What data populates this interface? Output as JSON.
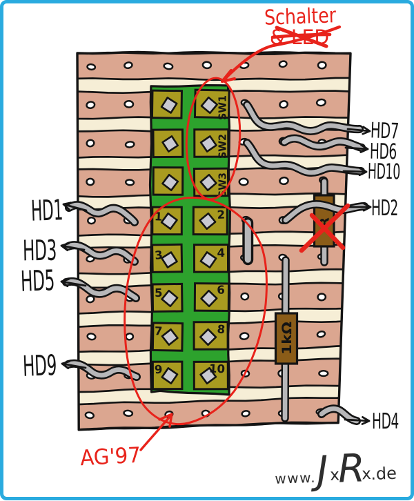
{
  "page": {
    "frame_color": "#2aabdf",
    "background": "#ffffff"
  },
  "board": {
    "copper_color": "#dba690",
    "gap_color": "#f6eed6",
    "outline_color": "#141414",
    "hole_fill": "#ffffff"
  },
  "connector": {
    "strip_color": "#2da22d",
    "pad_color": "#a99b20",
    "pin_color": "#c9c9d2",
    "switch_labels": [
      "SW1",
      "SW2",
      "SW3"
    ],
    "pin_numbers": [
      "1",
      "2",
      "3",
      "4",
      "5",
      "6",
      "7",
      "8",
      "9",
      "10"
    ]
  },
  "wires": {
    "color": "#b7b7b9"
  },
  "resistors": {
    "body_color": "#8a5c18",
    "value_label": "1kΩ",
    "crossed_label": "R"
  },
  "labels": {
    "color": "#161616",
    "left": [
      "HD1",
      "HD3",
      "HD5",
      "HD9"
    ],
    "right": [
      "HD7",
      "HD6",
      "HD10",
      "HD2",
      "HD4"
    ]
  },
  "annotations": {
    "color": "#e8231b",
    "schalter": "Schalter",
    "led": "& LED",
    "ag97": "AG'97"
  },
  "watermark": {
    "color": "#2e2e2e",
    "prefix": "www.",
    "big_j": "J",
    "x1": "x",
    "big_r": "R",
    "x2": "x",
    "suffix": ".de"
  }
}
